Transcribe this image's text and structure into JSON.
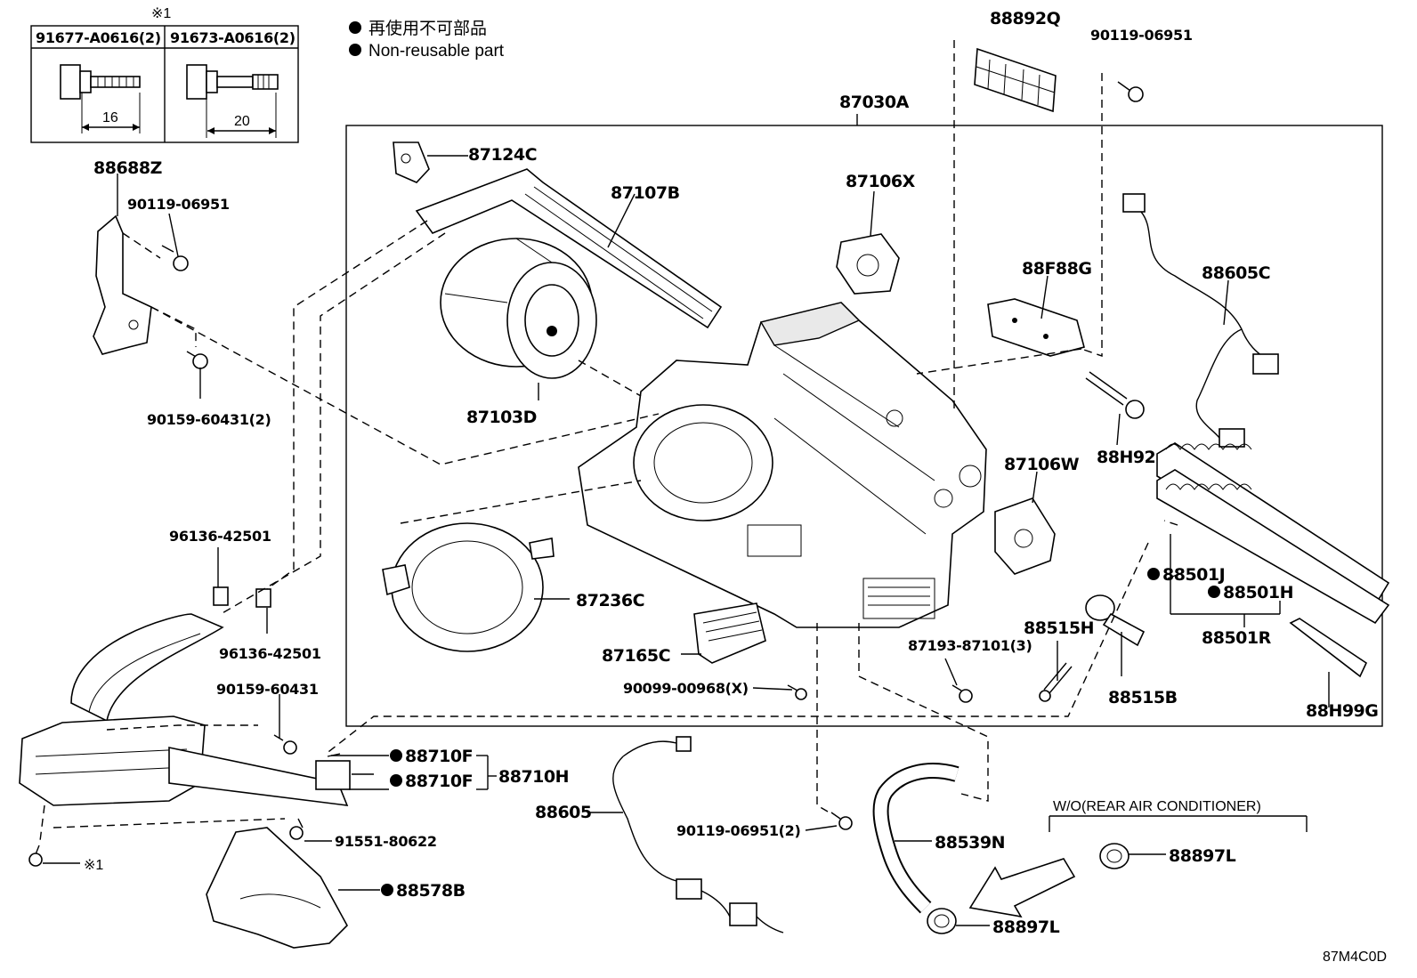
{
  "legend": {
    "non_reusable_cn": "再使用不可部品",
    "non_reusable_en": "Non-reusable part",
    "bullet": "●"
  },
  "note_box": {
    "marker": "※1",
    "col1_part": "91677-A0616(2)",
    "col1_dim": "16",
    "col2_part": "91673-A0616(2)",
    "col2_dim": "20"
  },
  "parts": {
    "p88892Q": "88892Q",
    "p90119_06951_top": "90119-06951",
    "p87030A": "87030A",
    "p88688Z": "88688Z",
    "p90119_06951_left": "90119-06951",
    "p90159_60431_2": "90159-60431(2)",
    "p87124C": "87124C",
    "p87107B": "87107B",
    "p87106X": "87106X",
    "p88F88G": "88F88G",
    "p88605C": "88605C",
    "p87103D": "87103D",
    "p88H92": "88H92",
    "p87106W": "87106W",
    "p96136_42501_a": "96136-42501",
    "p96136_42501_b": "96136-42501",
    "p88501J": "88501J",
    "p88501H": "88501H",
    "p87236C": "87236C",
    "p88515H": "88515H",
    "p88501R": "88501R",
    "p87165C": "87165C",
    "p87193_87101_3": "87193-87101(3)",
    "p90159_60431": "90159-60431",
    "p90099_00968_X": "90099-00968(X)",
    "p88515B": "88515B",
    "p88H99G": "88H99G",
    "p88710F_a": "88710F",
    "p88710F_b": "88710F",
    "p88710H": "88710H",
    "p88605": "88605",
    "p90119_06951_2": "90119-06951(2)",
    "p91551_80622": "91551-80622",
    "p88539N": "88539N",
    "p88897L_a": "88897L",
    "p88897L_b": "88897L",
    "p88578B": "88578B",
    "marker_x1": "※1"
  },
  "wo_note": "W/O(REAR AIR CONDITIONER)",
  "diagram_code": "87M4C0D"
}
